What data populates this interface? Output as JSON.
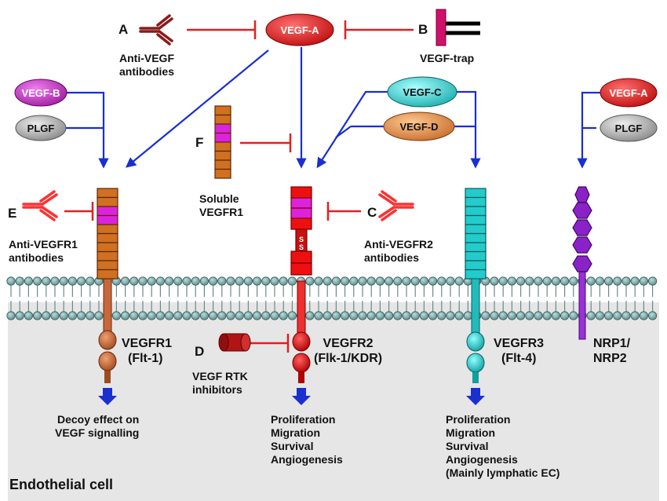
{
  "labels": {
    "A": "A",
    "B": "B",
    "C": "C",
    "D": "D",
    "E": "E",
    "F": "F"
  },
  "ligands": {
    "vegf_a_top": "VEGF-A",
    "vegf_b": "VEGF-B",
    "plgf_left": "PLGF",
    "vegf_c": "VEGF-C",
    "vegf_d": "VEGF-D",
    "vegf_a_right": "VEGF-A",
    "plgf_right": "PLGF"
  },
  "drugs": {
    "anti_vegf": [
      "Anti-VEGF",
      "antibodies"
    ],
    "vegf_trap": "VEGF-trap",
    "soluble_vegfr1": [
      "Soluble",
      "VEGFR1"
    ],
    "anti_vegfr1": [
      "Anti-VEGFR1",
      "antibodies"
    ],
    "anti_vegfr2": [
      "Anti-VEGFR2",
      "antibodies"
    ],
    "rtk_inhibitors": [
      "VEGF RTK",
      "inhibitors"
    ]
  },
  "receptors": {
    "vegfr1": [
      "VEGFR1",
      "(Flt-1)"
    ],
    "vegfr2": [
      "VEGFR2",
      "(Flk-1/KDR)"
    ],
    "vegfr3": [
      "VEGFR3",
      "(Flt-4)"
    ],
    "nrp": [
      "NRP1/",
      "NRP2"
    ]
  },
  "outcomes": {
    "vegfr1": [
      "Decoy effect on",
      "VEGF signalling"
    ],
    "vegfr2": [
      "Proliferation",
      "Migration",
      "Survival",
      "Angiogenesis"
    ],
    "vegfr3": [
      "Proliferation",
      "Migration",
      "Survival",
      "Angiogenesis",
      "(Mainly lymphatic EC)"
    ]
  },
  "cell_label": "Endothelial cell",
  "disulfide": "S",
  "colors": {
    "vegf_a": "#e02020",
    "vegf_b": "#cc33cc",
    "plgf": "#a8a8a8",
    "vegf_c": "#33dddd",
    "vegf_d": "#e89a55",
    "vegfr1": "#d07020",
    "vegfr2": "#ee1010",
    "vegfr3": "#22cccc",
    "nrp": "#8a22c8",
    "ig_domain": "#dd22dd",
    "arrow": "#1a2fd0",
    "inhibit": "#e02020",
    "cytoplasm": "#e6e6e6"
  }
}
